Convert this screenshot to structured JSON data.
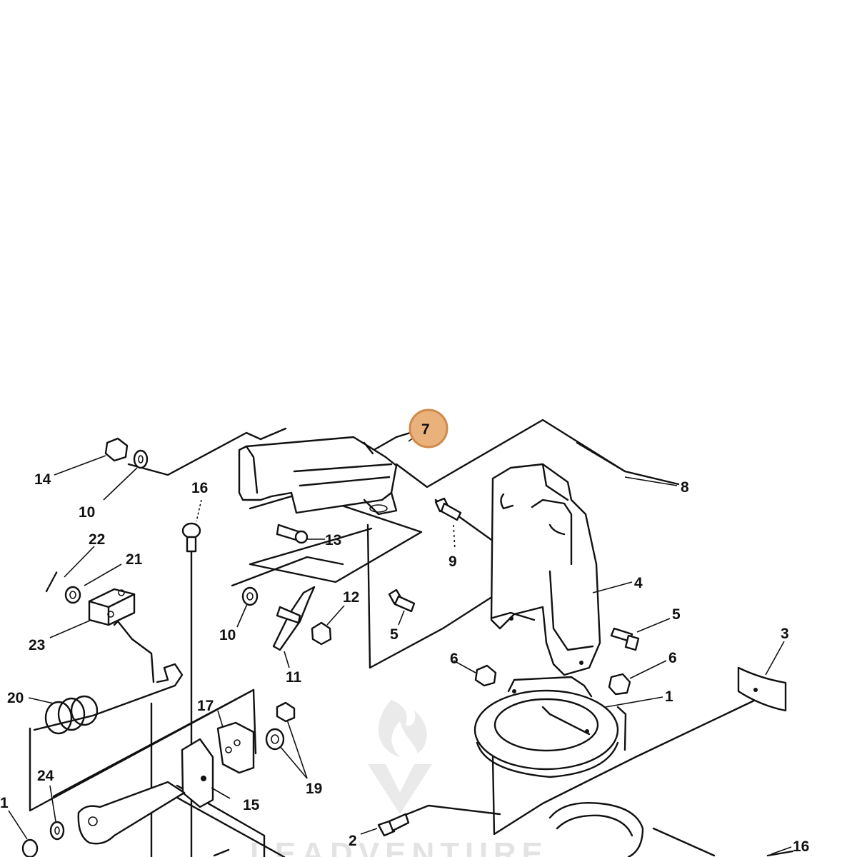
{
  "labels": {
    "l1": "1",
    "l1b": "1",
    "l2": "2",
    "l3": "3",
    "l4": "4",
    "l5a": "5",
    "l5b": "5",
    "l6a": "6",
    "l6b": "6",
    "l7": "7",
    "l8": "8",
    "l9": "9",
    "l10a": "10",
    "l10b": "10",
    "l11": "11",
    "l12": "12",
    "l13": "13",
    "l14": "14",
    "l15": "15",
    "l16a": "16",
    "l16b": "16",
    "l17": "17",
    "l19": "19",
    "l20": "20",
    "l21": "21",
    "l22": "22",
    "l23": "23",
    "l24": "24"
  },
  "highlight": {
    "part": "7",
    "color": "#e9b27c"
  },
  "watermark": {
    "text": "LEADVENTURE"
  }
}
